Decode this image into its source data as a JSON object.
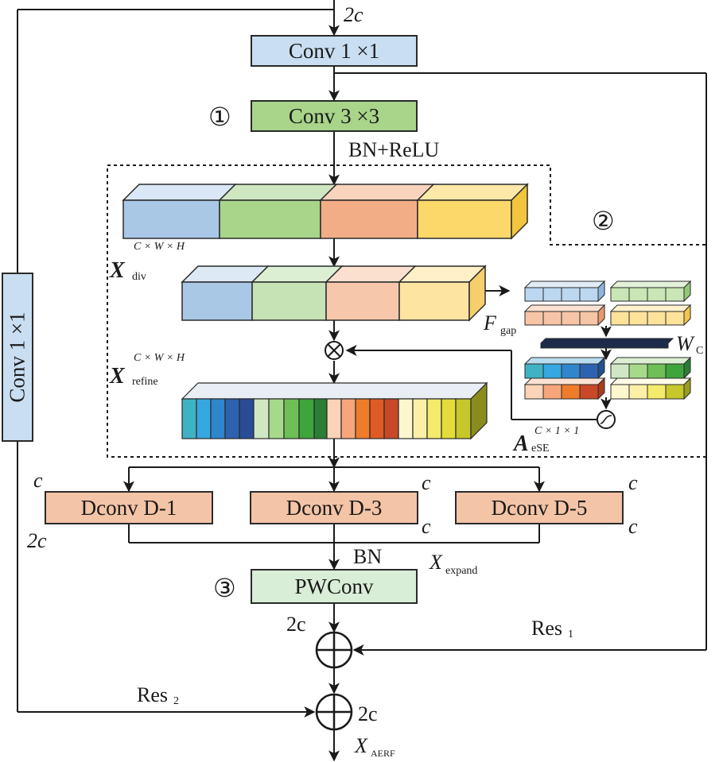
{
  "colors": {
    "line": "#1a1a1a",
    "blue_box": "#c9def0",
    "green_box": "#a8d58a",
    "orange_box": "#f4c4a6",
    "pale_green_box": "#d9eed6"
  },
  "blocks": {
    "conv1x1_top": "Conv 1 ×1",
    "conv3x3": "Conv 3 ×3",
    "conv1x1_side": "Conv 1 ×1",
    "dconv1": "Dconv D-1",
    "dconv3": "Dconv D-3",
    "dconv5": "Dconv D-5",
    "pwconv": "PWConv"
  },
  "markers": {
    "m1": "①",
    "m2": "②",
    "m3": "③"
  },
  "labels": {
    "top_channels": "2c",
    "bn_relu": "BN+ReLU",
    "bn": "BN",
    "c": "c",
    "two_c": "2c",
    "two_c_plain": "2c",
    "dims": "C × W × H",
    "dims_ese": "C × 1 × 1",
    "x_div_main": "X",
    "x_div_sub": "div",
    "x_refine_main": "X",
    "x_refine_sub": "refine",
    "f_gap_main": "F",
    "f_gap_sub": "gap",
    "w_c_main": "W",
    "w_c_sub": "C",
    "a_ese_main": "A",
    "a_ese_sub": "eSE",
    "x_expand_main": "X",
    "x_expand_sub": "expand",
    "res1_main": "Res",
    "res1_sub": "1",
    "res2_main": "Res",
    "res2_sub": "2",
    "x_aerf_main": "X",
    "x_aerf_sub": "AERF"
  },
  "icons": {
    "multiply": "otimes-icon",
    "add": "oplus-icon",
    "sigmoid": "sigmoid-icon"
  }
}
